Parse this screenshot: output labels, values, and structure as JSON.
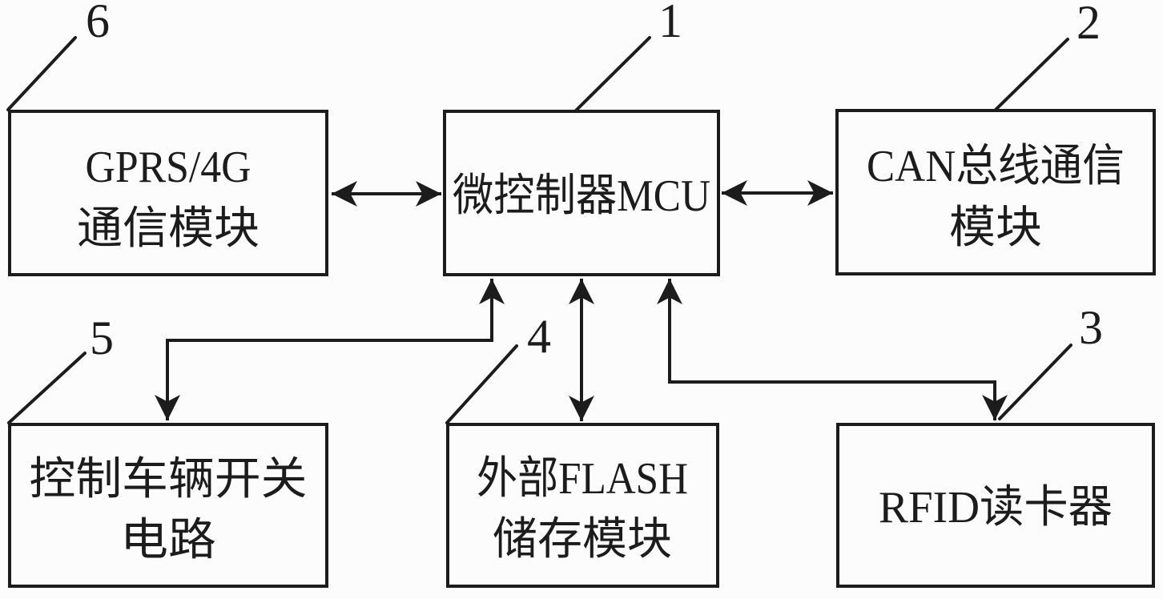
{
  "diagram": {
    "type": "block-diagram",
    "colors": {
      "ink": "#1c1c1c",
      "background": "#fcfcfc"
    },
    "boxes": {
      "gprs": {
        "line1": "GPRS/4G",
        "line2": "通信模块"
      },
      "mcu": {
        "line1": "微控制器MCU"
      },
      "can": {
        "line1": "CAN总线通信",
        "line2": "模块"
      },
      "control": {
        "line1": "控制车辆开关",
        "line2": "电路"
      },
      "flash": {
        "line1": "外部FLASH",
        "line2": "储存模块"
      },
      "rfid": {
        "line1": "RFID读卡器"
      }
    },
    "refs": {
      "mcu": "1",
      "can": "2",
      "rfid": "3",
      "flash": "4",
      "control": "5",
      "gprs": "6"
    },
    "connections": {
      "gprs_mcu": "bidirectional",
      "mcu_can": "bidirectional",
      "mcu_flash": "bidirectional",
      "mcu_control": "bidirectional",
      "mcu_rfid": "bidirectional"
    }
  }
}
